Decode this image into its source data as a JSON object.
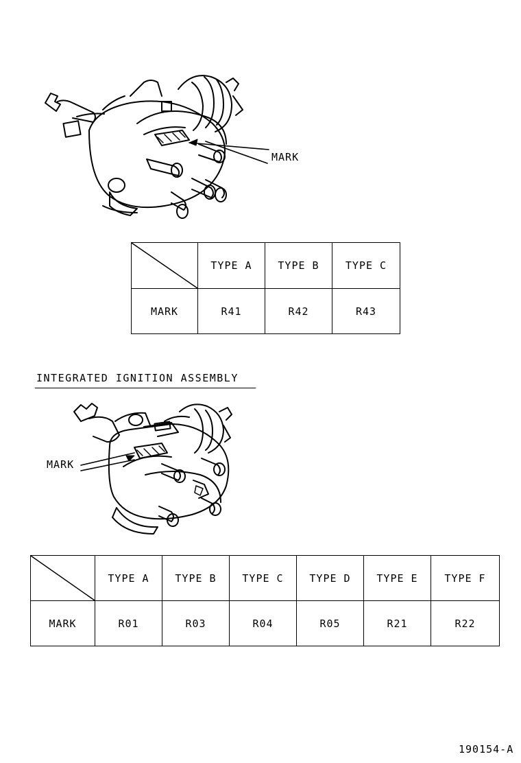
{
  "diagram1": {
    "callout": "MARK",
    "table": {
      "row_header": "MARK",
      "columns": [
        "TYPE A",
        "TYPE B",
        "TYPE C"
      ],
      "values": [
        "R41",
        "R42",
        "R43"
      ]
    }
  },
  "section2": {
    "title": "INTEGRATED IGNITION ASSEMBLY",
    "callout": "MARK",
    "table": {
      "row_header": "MARK",
      "columns": [
        "TYPE A",
        "TYPE B",
        "TYPE C",
        "TYPE D",
        "TYPE E",
        "TYPE F"
      ],
      "values": [
        "R01",
        "R03",
        "R04",
        "R05",
        "R21",
        "R22"
      ]
    }
  },
  "figure_id": "190154-A"
}
